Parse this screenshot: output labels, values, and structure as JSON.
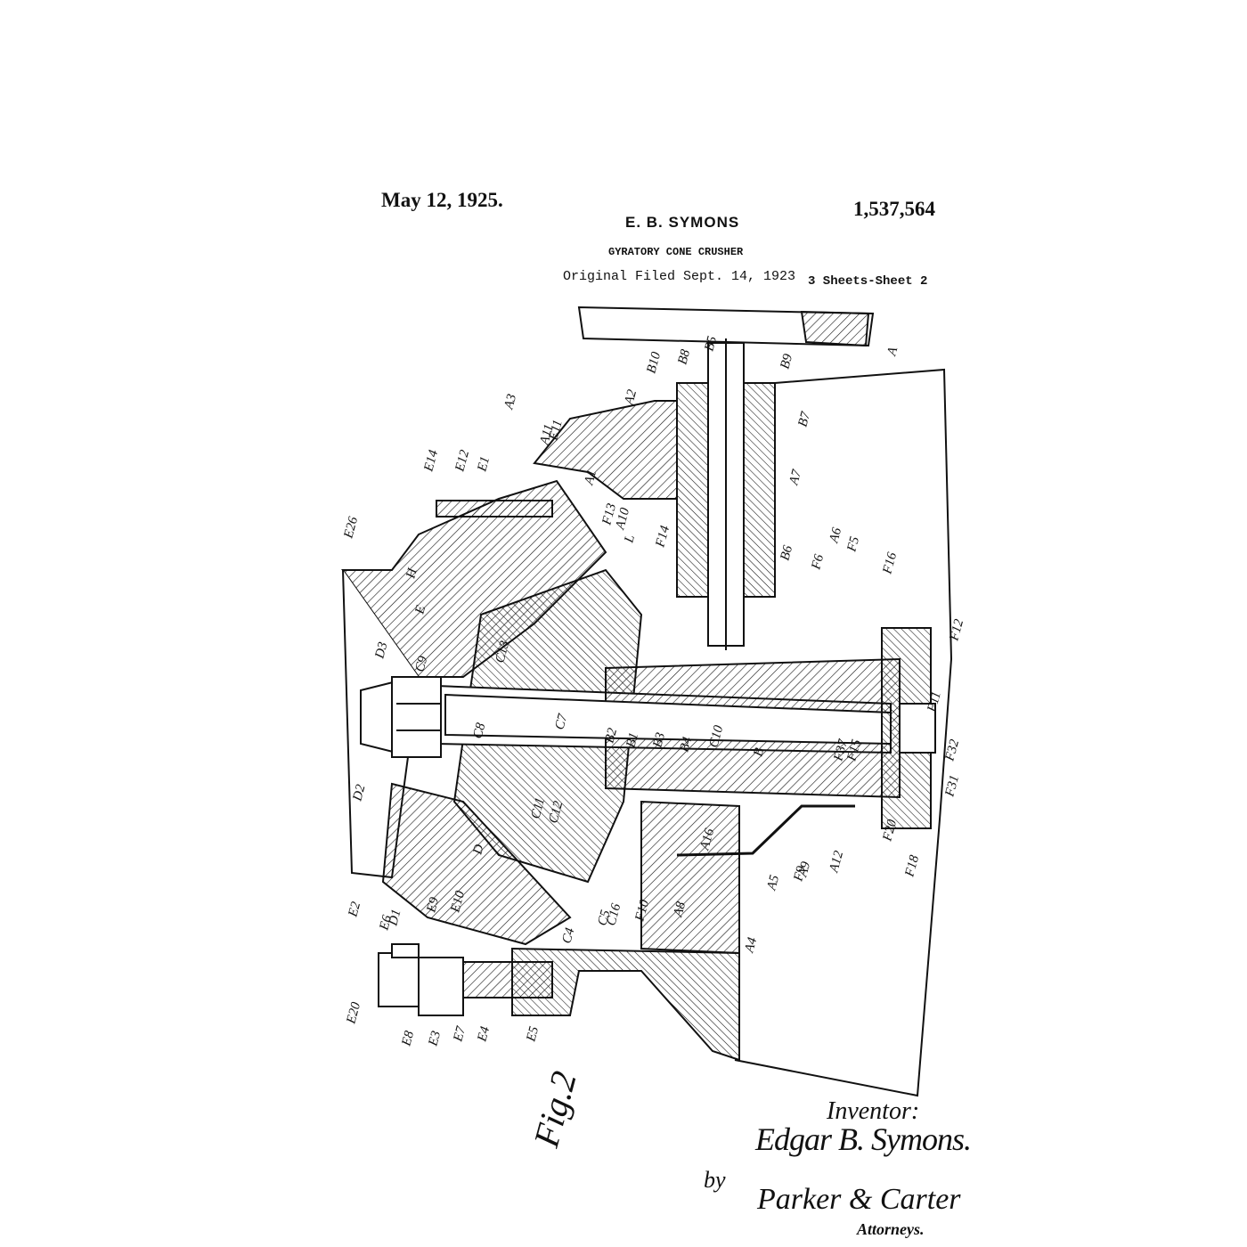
{
  "header": {
    "date": "May 12, 1925.",
    "patent_number": "1,537,564",
    "inventor": "E. B. SYMONS",
    "title": "GYRATORY CONE CRUSHER",
    "filed": "Original Filed Sept. 14, 1923",
    "sheets": "3 Sheets-Sheet 2"
  },
  "figure": {
    "label": "Fig.2",
    "reference_labels": [
      "A",
      "A1",
      "A2",
      "A3",
      "A4",
      "A5",
      "A6",
      "A7",
      "A8",
      "A9",
      "A10",
      "A11",
      "A12",
      "A16",
      "B",
      "B1",
      "B2",
      "B3",
      "B4",
      "B5",
      "B6",
      "B7",
      "B8",
      "B9",
      "B10",
      "C4",
      "C5",
      "C7",
      "C8",
      "C9",
      "C10",
      "C11",
      "C12",
      "C13",
      "C16",
      "D",
      "D1",
      "D2",
      "D3",
      "E",
      "E1",
      "E2",
      "E3",
      "E4",
      "E5",
      "E6",
      "E7",
      "E8",
      "E9",
      "E10",
      "E11",
      "E12",
      "E14",
      "E20",
      "E26",
      "F5",
      "F6",
      "F9",
      "F10",
      "F11",
      "F12",
      "F13",
      "F14",
      "F15",
      "F16",
      "F18",
      "F20",
      "F31",
      "F32",
      "F37",
      "H",
      "L"
    ]
  },
  "signatures": {
    "inventor_label": "Inventor:",
    "inventor_signature": "Edgar B. Symons.",
    "by": "by",
    "attorney_signature": "Parker & Carter",
    "attorneys_label": "Attorneys."
  },
  "colors": {
    "ink": "#111111",
    "paper": "#ffffff"
  }
}
